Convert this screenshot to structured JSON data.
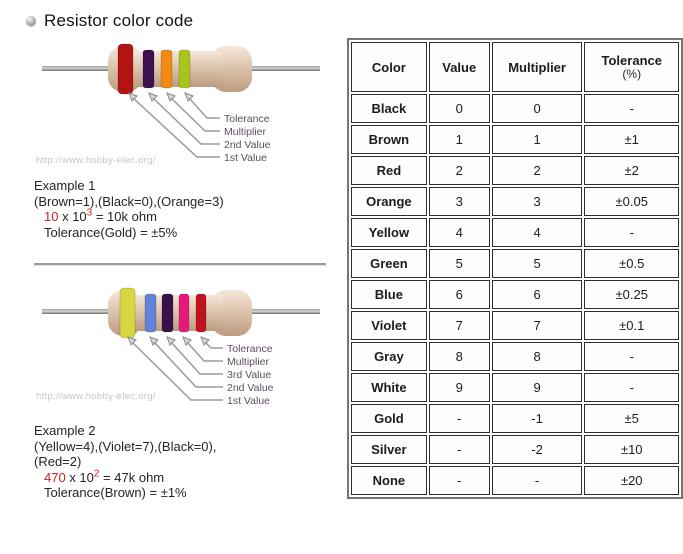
{
  "title": "Resistor color code",
  "watermark": "http://www.hobby-elec.org/",
  "colors": {
    "label_text": "#5f4d63",
    "red_text": "#cc2222",
    "leader_gray": "#9b9b9b",
    "body_beige": "#e3ccb6",
    "wire_gray": "#9a9a9a"
  },
  "diagram1": {
    "labels": [
      "Tolerance",
      "Multiplier",
      "2nd Value",
      "1st Value"
    ],
    "bands": [
      {
        "name": "band-1st-value",
        "color": "#b31313"
      },
      {
        "name": "band-2nd-value",
        "color": "#3d1050"
      },
      {
        "name": "band-multiplier",
        "color": "#f28a14"
      },
      {
        "name": "band-tolerance",
        "color": "#a9c41e"
      }
    ]
  },
  "diagram2": {
    "labels": [
      "Tolerance",
      "Multiplier",
      "3rd Value",
      "2nd Value",
      "1st Value"
    ],
    "bands": [
      {
        "name": "band-1st-value",
        "color": "#d9d73f"
      },
      {
        "name": "band-2nd-value",
        "color": "#6282db"
      },
      {
        "name": "band-3rd-value",
        "color": "#38104a"
      },
      {
        "name": "band-multiplier",
        "color": "#e6187c"
      },
      {
        "name": "band-tolerance",
        "color": "#c1121f"
      }
    ]
  },
  "example1": {
    "heading": "Example 1",
    "colors_line": "(Brown=1),(Black=0),(Orange=3)",
    "calc_base": "10",
    "calc_times": " x 10",
    "calc_exponent": "3",
    "calc_result": " = 10k ohm",
    "tolerance_line": "Tolerance(Gold) = ±5%"
  },
  "example2": {
    "heading": "Example 2",
    "colors_line1": "(Yellow=4),(Violet=7),(Black=0),",
    "colors_line2": "(Red=2)",
    "calc_base": "470",
    "calc_times": " x 10",
    "calc_exponent": "2",
    "calc_result": " = 47k ohm",
    "tolerance_line": "Tolerance(Brown) = ±1%"
  },
  "table": {
    "headers": [
      "Color",
      "Value",
      "Multiplier",
      "Tolerance"
    ],
    "header_unit": "(%)",
    "rows": [
      [
        "Black",
        "0",
        "0",
        "-"
      ],
      [
        "Brown",
        "1",
        "1",
        "±1"
      ],
      [
        "Red",
        "2",
        "2",
        "±2"
      ],
      [
        "Orange",
        "3",
        "3",
        "±0.05"
      ],
      [
        "Yellow",
        "4",
        "4",
        "-"
      ],
      [
        "Green",
        "5",
        "5",
        "±0.5"
      ],
      [
        "Blue",
        "6",
        "6",
        "±0.25"
      ],
      [
        "Violet",
        "7",
        "7",
        "±0.1"
      ],
      [
        "Gray",
        "8",
        "8",
        "-"
      ],
      [
        "White",
        "9",
        "9",
        "-"
      ],
      [
        "Gold",
        "-",
        "-1",
        "±5"
      ],
      [
        "Silver",
        "-",
        "-2",
        "±10"
      ],
      [
        "None",
        "-",
        "-",
        "±20"
      ]
    ]
  }
}
